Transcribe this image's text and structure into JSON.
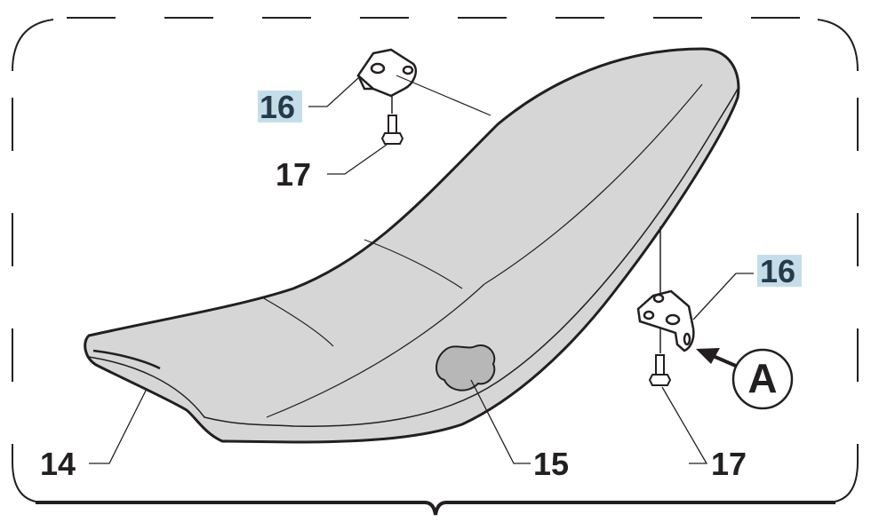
{
  "diagram": {
    "callouts": [
      {
        "id": "bracket-front",
        "text": "16",
        "highlighted": true
      },
      {
        "id": "screw-front",
        "text": "17",
        "highlighted": false
      },
      {
        "id": "bracket-rear",
        "text": "16",
        "highlighted": true
      },
      {
        "id": "seat-cover",
        "text": "14",
        "highlighted": false
      },
      {
        "id": "seat-patch",
        "text": "15",
        "highlighted": false
      },
      {
        "id": "screw-rear",
        "text": "17",
        "highlighted": false
      }
    ],
    "view_marker": "A",
    "colors": {
      "highlight": "#c5dde9",
      "seat_fill": "#d6d6d6",
      "line": "#231f20"
    }
  }
}
